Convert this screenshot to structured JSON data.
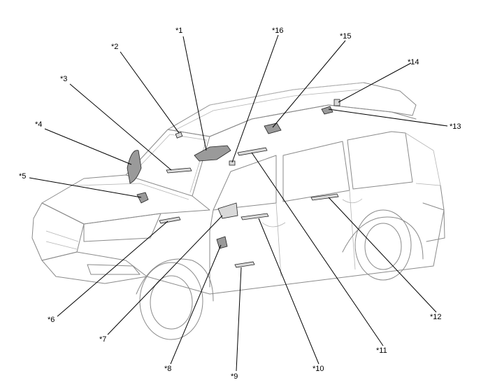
{
  "callouts": [
    {
      "id": "1",
      "text": "*1"
    },
    {
      "id": "2",
      "text": "*2"
    },
    {
      "id": "3",
      "text": "*3"
    },
    {
      "id": "4",
      "text": "*4"
    },
    {
      "id": "5",
      "text": "*5"
    },
    {
      "id": "6",
      "text": "*6"
    },
    {
      "id": "7",
      "text": "*7"
    },
    {
      "id": "8",
      "text": "*8"
    },
    {
      "id": "9",
      "text": "*9"
    },
    {
      "id": "10",
      "text": "*10"
    },
    {
      "id": "11",
      "text": "*11"
    },
    {
      "id": "12",
      "text": "*12"
    },
    {
      "id": "13",
      "text": "*13"
    },
    {
      "id": "14",
      "text": "*14"
    },
    {
      "id": "15",
      "text": "*15"
    },
    {
      "id": "16",
      "text": "*16"
    }
  ]
}
